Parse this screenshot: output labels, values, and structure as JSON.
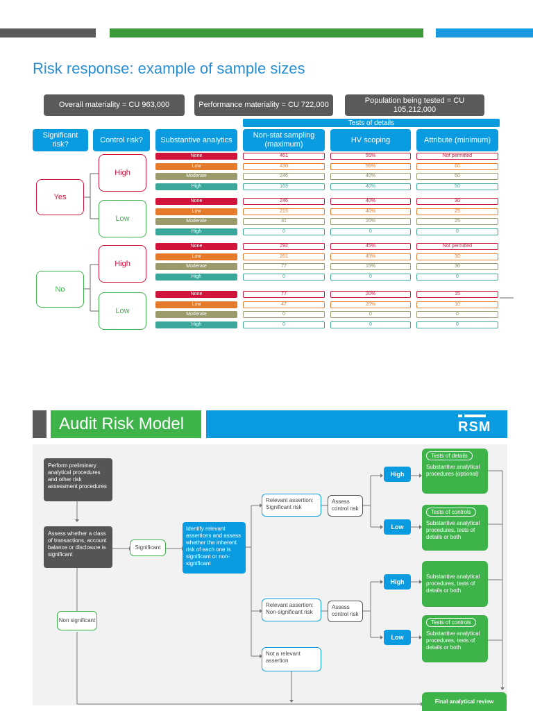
{
  "slide1": {
    "title": "Risk response: example of sample sizes",
    "materiality": {
      "overall": "Overall materiality = CU 963,000",
      "performance": "Performance materiality = CU 722,000",
      "population": "Population being tested = CU 105,212,000"
    },
    "tests_of_details": "Tests of details",
    "headers": {
      "significant_risk": "Significant risk?",
      "control_risk": "Control risk?",
      "substantive_analytics": "Substantive analytics",
      "non_stat": "Non-stat sampling (maximum)",
      "hv_scoping": "HV scoping",
      "attribute": "Attribute (minimum)"
    },
    "yes": "Yes",
    "no": "No",
    "high": "High",
    "low": "Low",
    "levels": [
      "None",
      "Low",
      "Moderate",
      "High"
    ],
    "groups": [
      {
        "sig": "Yes",
        "control": "High",
        "nonstat": [
          "461",
          "430",
          "246",
          "169"
        ],
        "hv": [
          "55%",
          "55%",
          "40%",
          "40%"
        ],
        "attr": [
          "Not permitted",
          "60",
          "50",
          "50"
        ]
      },
      {
        "sig": "Yes",
        "control": "Low",
        "nonstat": [
          "246",
          "215",
          "31",
          "0"
        ],
        "hv": [
          "40%",
          "40%",
          "20%",
          "0"
        ],
        "attr": [
          "30",
          "25",
          "25",
          "0"
        ]
      },
      {
        "sig": "No",
        "control": "High",
        "nonstat": [
          "292",
          "261",
          "77",
          "0"
        ],
        "hv": [
          "45%",
          "45%",
          "15%",
          "0"
        ],
        "attr": [
          "Not permitted",
          "30",
          "30",
          "0"
        ]
      },
      {
        "sig": "No",
        "control": "Low",
        "nonstat": [
          "77",
          "47",
          "0",
          "0"
        ],
        "hv": [
          "20%",
          "20%",
          "0",
          "0"
        ],
        "attr": [
          "15",
          "10",
          "0",
          "0"
        ]
      }
    ]
  },
  "slide2": {
    "title": "Audit Risk Model",
    "logo": "RSM",
    "perform": "Perform preliminary analytical procedures and other risk assessment procedures",
    "assess_class": "Assess whether a class of transactions, account balance or disclosure is significant",
    "significant": "Significant",
    "non_significant": "Non significant",
    "identify": "Identify relevant assertions and assess whether the inherent risk of each one is significant or non-significant",
    "rel_sig": "Relevant assertion: Significant risk",
    "rel_nonsig": "Relevant assertion: Non-significant risk",
    "not_relevant": "Not a relevant assertion",
    "assess_control": "Assess control risk",
    "high": "High",
    "low": "Low",
    "outcomes": {
      "sig_high_pill": "Tests of details",
      "sig_high_text": "Substantive analytical procedures (optional)",
      "sig_low_pill": "Tests of controls",
      "sig_low_text": "Substantive analytical procedures, tests of details or both",
      "nonsig_high_text": "Substantive analytical procedures, tests of details or both",
      "nonsig_low_pill": "Tests of controls",
      "nonsig_low_text": "Substantive analytical procedures, tests of details or both"
    },
    "final": "Final analytical review"
  },
  "colors": {
    "blue": "#0a9be0",
    "green": "#3db34a",
    "dark": "#555555",
    "red": "#d0143c"
  }
}
